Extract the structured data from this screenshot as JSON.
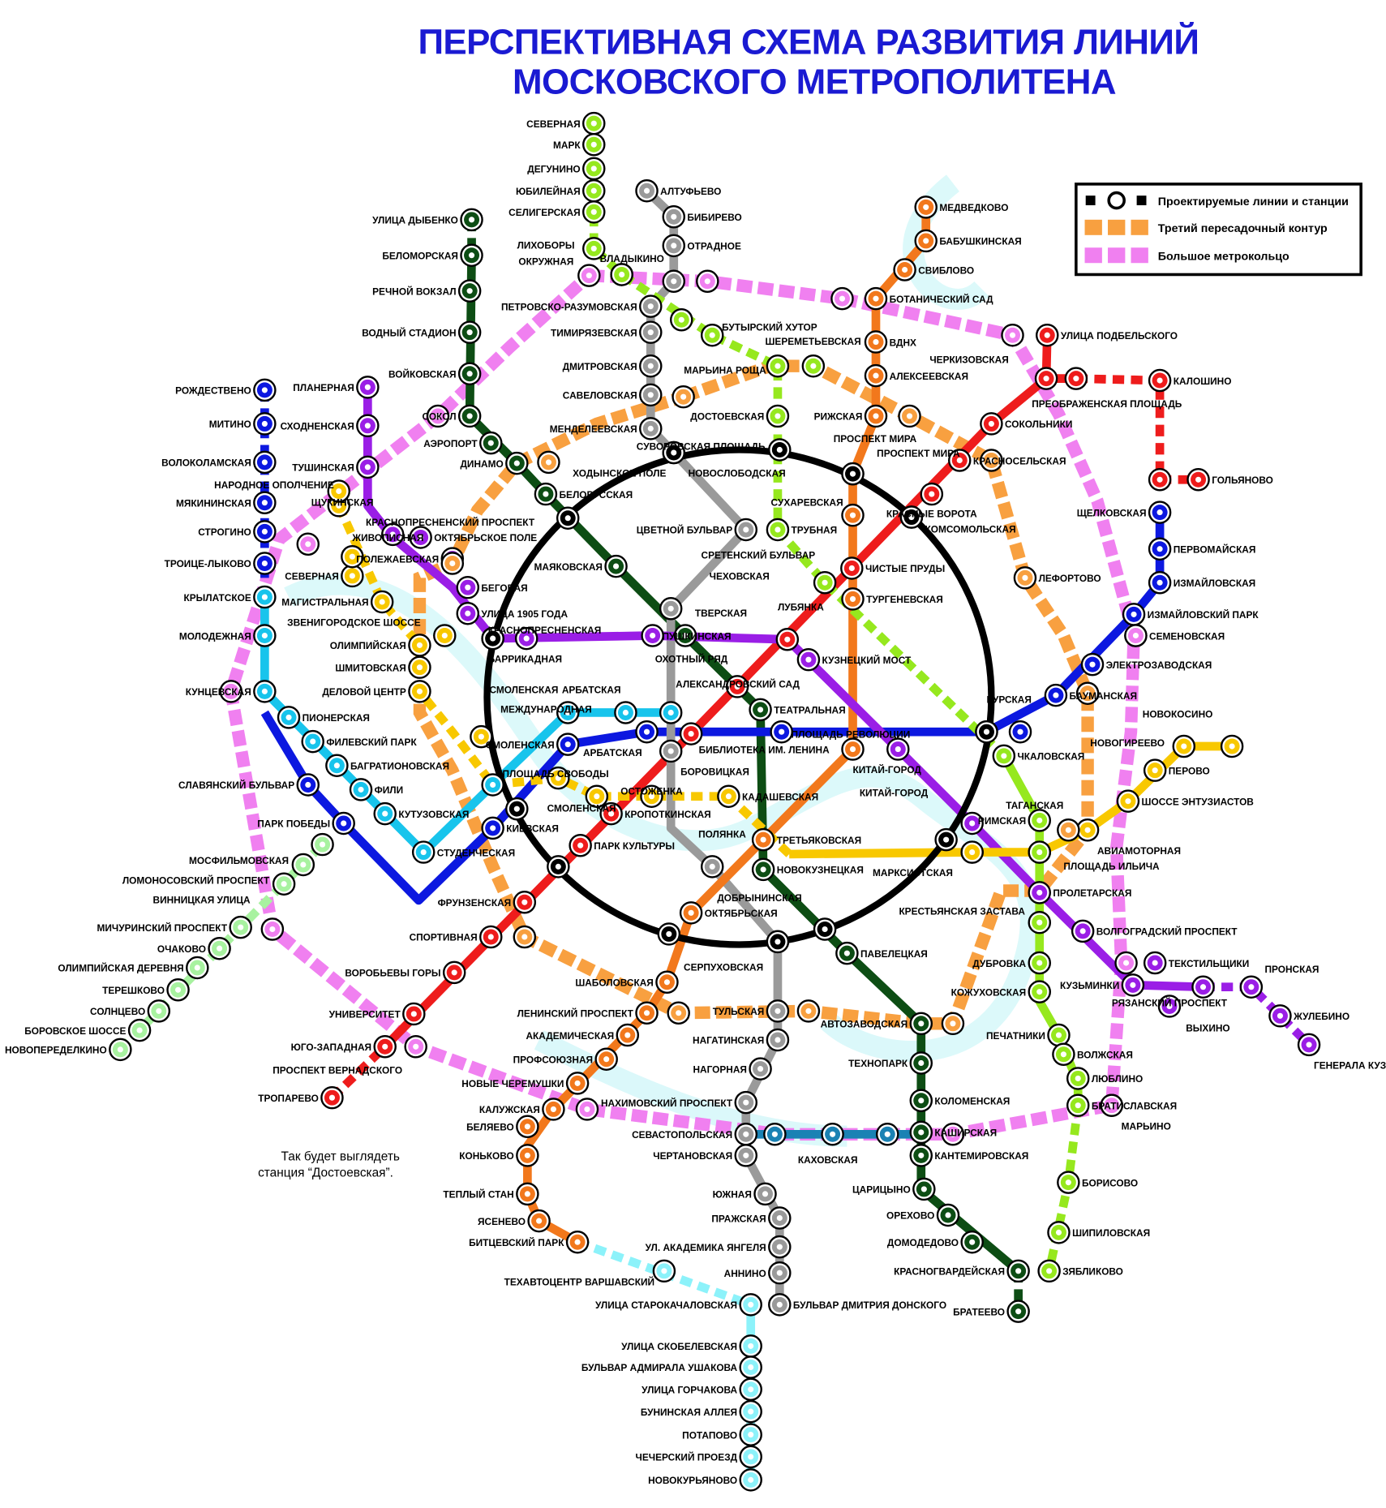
{
  "title": {
    "line1": "ПЕРСПЕКТИВНАЯ СХЕМА РАЗВИТИЯ ЛИНИЙ",
    "line2": "МОСКОВСКОГО МЕТРОПОЛИТЕНА",
    "color": "#1a1ad2"
  },
  "legend": {
    "items": [
      {
        "label": "Проектируемые линии и станции",
        "icon": "planned-line-icon",
        "color": "#000000"
      },
      {
        "label": "Третий пересадочный контур",
        "icon": "third-contour-icon",
        "color": "#f8a040"
      },
      {
        "label": "Большое метрокольцо",
        "icon": "big-ring-icon",
        "color": "#f080f0"
      }
    ]
  },
  "caption": {
    "line1": "Так будет выглядеть",
    "line2": "станция “Достоевская”."
  },
  "colors": {
    "green": "#0d4d14",
    "red": "#ee1c1c",
    "blue": "#0c18e0",
    "cyan": "#18c4ec",
    "gray": "#9a9a9a",
    "orange": "#f2781c",
    "purple": "#9a1ee6",
    "lime": "#96e81e",
    "yellow": "#f8c800",
    "black": "#000000",
    "teal": "#1a82b4",
    "lightcyan": "#8cf2fa",
    "palegreen": "#a8f2a0",
    "contour": "#f8a040",
    "bigring": "#f080f0"
  },
  "stations": [
    {
      "name": "УЛИЦА ДЫБЕНКО",
      "line": "green"
    },
    {
      "name": "БЕЛОМОРСКАЯ",
      "line": "green"
    },
    {
      "name": "РЕЧНОЙ ВОКЗАЛ",
      "line": "green"
    },
    {
      "name": "ВОДНЫЙ СТАДИОН",
      "line": "green"
    },
    {
      "name": "ВОЙКОВСКАЯ",
      "line": "green"
    },
    {
      "name": "СОКОЛ",
      "line": "green"
    },
    {
      "name": "АЭРОПОРТ",
      "line": "green"
    },
    {
      "name": "ДИНАМО",
      "line": "green"
    },
    {
      "name": "БЕЛОРУССКАЯ",
      "line": "green"
    },
    {
      "name": "МАЯКОВСКАЯ",
      "line": "green"
    },
    {
      "name": "ТВЕРСКАЯ",
      "line": "green"
    },
    {
      "name": "ТЕАТРАЛЬНАЯ",
      "line": "green"
    },
    {
      "name": "НОВОКУЗНЕЦКАЯ",
      "line": "green"
    },
    {
      "name": "ПАВЕЛЕЦКАЯ",
      "line": "green"
    },
    {
      "name": "АВТОЗАВОДСКАЯ",
      "line": "green"
    },
    {
      "name": "ТЕХНОПАРК",
      "line": "green"
    },
    {
      "name": "КОЛОМЕНСКАЯ",
      "line": "green"
    },
    {
      "name": "КАШИРСКАЯ",
      "line": "green"
    },
    {
      "name": "КАНТЕМИРОВСКАЯ",
      "line": "green"
    },
    {
      "name": "ЦАРИЦЫНО",
      "line": "green"
    },
    {
      "name": "ОРЕХОВО",
      "line": "green"
    },
    {
      "name": "ДОМОДЕДОВО",
      "line": "green"
    },
    {
      "name": "КРАСНОГВАРДЕЙСКАЯ",
      "line": "green"
    },
    {
      "name": "БРАТЕЕВО",
      "line": "green"
    },
    {
      "name": "ТРОПАРЕВО",
      "line": "red"
    },
    {
      "name": "ЮГО-ЗАПАДНАЯ",
      "line": "red"
    },
    {
      "name": "УНИВЕРСИТЕТ",
      "line": "red"
    },
    {
      "name": "ВОРОБЬЕВЫ ГОРЫ",
      "line": "red"
    },
    {
      "name": "СПОРТИВНАЯ",
      "line": "red"
    },
    {
      "name": "ФРУНЗЕНСКАЯ",
      "line": "red"
    },
    {
      "name": "ПАРК КУЛЬТУРЫ",
      "line": "red"
    },
    {
      "name": "КРОПОТКИНСКАЯ",
      "line": "red"
    },
    {
      "name": "БИБЛИОТЕКА ИМ. ЛЕНИНА",
      "line": "red"
    },
    {
      "name": "ОХОТНЫЙ РЯД",
      "line": "red"
    },
    {
      "name": "ЛУБЯНКА",
      "line": "red"
    },
    {
      "name": "ЧИСТЫЕ ПРУДЫ",
      "line": "red"
    },
    {
      "name": "КРАСНЫЕ ВОРОТА",
      "line": "red"
    },
    {
      "name": "КРАСНОСЕЛЬСКАЯ",
      "line": "red"
    },
    {
      "name": "СОКОЛЬНИКИ",
      "line": "red"
    },
    {
      "name": "ПРЕОБРАЖЕНСКАЯ ПЛОЩАДЬ",
      "line": "red"
    },
    {
      "name": "УЛИЦА ПОДБЕЛЬСКОГО",
      "line": "red"
    },
    {
      "name": "ЧЕРКИЗОВСКАЯ",
      "line": "red"
    },
    {
      "name": "КАЛОШИНО",
      "line": "red"
    },
    {
      "name": "ГОЛЬЯНОВО",
      "line": "red"
    },
    {
      "name": "РОЖДЕСТВЕНО",
      "line": "blue"
    },
    {
      "name": "МИТИНО",
      "line": "blue"
    },
    {
      "name": "ВОЛОКОЛАМСКАЯ",
      "line": "blue"
    },
    {
      "name": "МЯКИНИНСКАЯ",
      "line": "blue"
    },
    {
      "name": "СТРОГИНО",
      "line": "blue"
    },
    {
      "name": "ТРОИЦЕ-ЛЫКОВО",
      "line": "blue"
    },
    {
      "name": "СЛАВЯНСКИЙ БУЛЬВАР",
      "line": "blue"
    },
    {
      "name": "ПАРК ПОБЕДЫ",
      "line": "blue"
    },
    {
      "name": "КИЕВСКАЯ",
      "line": "blue"
    },
    {
      "name": "СМОЛЕНСКАЯ",
      "line": "blue"
    },
    {
      "name": "АРБАТСКАЯ",
      "line": "blue"
    },
    {
      "name": "ПЛОЩАДЬ РЕВОЛЮЦИИ",
      "line": "blue"
    },
    {
      "name": "КУРСКАЯ",
      "line": "blue"
    },
    {
      "name": "БАУМАНСКАЯ",
      "line": "blue"
    },
    {
      "name": "ЭЛЕКТРОЗАВОДСКАЯ",
      "line": "blue"
    },
    {
      "name": "СЕМЕНОВСКАЯ",
      "line": "blue"
    },
    {
      "name": "ИЗМАЙЛОВСКИЙ ПАРК",
      "line": "blue"
    },
    {
      "name": "ИЗМАЙЛОВСКАЯ",
      "line": "blue"
    },
    {
      "name": "ПЕРВОМАЙСКАЯ",
      "line": "blue"
    },
    {
      "name": "ЩЕЛКОВСКАЯ",
      "line": "blue"
    },
    {
      "name": "КРЫЛАТСКОЕ",
      "line": "cyan"
    },
    {
      "name": "МОЛОДЕЖНАЯ",
      "line": "cyan"
    },
    {
      "name": "КУНЦЕВСКАЯ",
      "line": "cyan"
    },
    {
      "name": "ПИОНЕРСКАЯ",
      "line": "cyan"
    },
    {
      "name": "ФИЛЕВСКИЙ ПАРК",
      "line": "cyan"
    },
    {
      "name": "БАГРАТИОНОВСКАЯ",
      "line": "cyan"
    },
    {
      "name": "ФИЛИ",
      "line": "cyan"
    },
    {
      "name": "КУТУЗОВСКАЯ",
      "line": "cyan"
    },
    {
      "name": "СТУДЕНЧЕСКАЯ",
      "line": "cyan"
    },
    {
      "name": "ПЛОЩАДЬ СВОБОДЫ",
      "line": "cyan"
    },
    {
      "name": "СМОЛЕНСКАЯ",
      "line": "cyan"
    },
    {
      "name": "АРБАТСКАЯ",
      "line": "cyan"
    },
    {
      "name": "АЛЕКСАНДРОВСКИЙ САД",
      "line": "cyan"
    },
    {
      "name": "АЛТУФЬЕВО",
      "line": "gray"
    },
    {
      "name": "БИБИРЕВО",
      "line": "gray"
    },
    {
      "name": "ОТРАДНОЕ",
      "line": "gray"
    },
    {
      "name": "ВЛАДЫКИНО",
      "line": "gray"
    },
    {
      "name": "ПЕТРОВСКО-РАЗУМОВСКАЯ",
      "line": "gray"
    },
    {
      "name": "ТИМИРЯЗЕВСКАЯ",
      "line": "gray"
    },
    {
      "name": "ДМИТРОВСКАЯ",
      "line": "gray"
    },
    {
      "name": "САВЕЛОВСКАЯ",
      "line": "gray"
    },
    {
      "name": "МЕНДЕЛЕЕВСКАЯ",
      "line": "gray"
    },
    {
      "name": "НОВОСЛОБОДСКАЯ",
      "line": "gray"
    },
    {
      "name": "ЦВЕТНОЙ БУЛЬВАР",
      "line": "gray"
    },
    {
      "name": "ЧЕХОВСКАЯ",
      "line": "gray"
    },
    {
      "name": "БОРОВИЦКАЯ",
      "line": "gray"
    },
    {
      "name": "ПОЛЯНКА",
      "line": "gray"
    },
    {
      "name": "СЕРПУХОВСКАЯ",
      "line": "gray"
    },
    {
      "name": "ТУЛЬСКАЯ",
      "line": "gray"
    },
    {
      "name": "НАГАТИНСКАЯ",
      "line": "gray"
    },
    {
      "name": "НАГОРНАЯ",
      "line": "gray"
    },
    {
      "name": "НАХИМОВСКИЙ ПРОСПЕКТ",
      "line": "gray"
    },
    {
      "name": "СЕВАСТОПОЛЬСКАЯ",
      "line": "gray"
    },
    {
      "name": "ЧЕРТАНОВСКАЯ",
      "line": "gray"
    },
    {
      "name": "ЮЖНАЯ",
      "line": "gray"
    },
    {
      "name": "ПРАЖСКАЯ",
      "line": "gray"
    },
    {
      "name": "УЛ. АКАДЕМИКА ЯНГЕЛЯ",
      "line": "gray"
    },
    {
      "name": "АННИНО",
      "line": "gray"
    },
    {
      "name": "БУЛЬВАР ДМИТРИЯ ДОНСКОГО",
      "line": "gray"
    },
    {
      "name": "МЕДВЕДКОВО",
      "line": "orange"
    },
    {
      "name": "БАБУШКИНСКАЯ",
      "line": "orange"
    },
    {
      "name": "СВИБЛОВО",
      "line": "orange"
    },
    {
      "name": "БОТАНИЧЕСКИЙ САД",
      "line": "orange"
    },
    {
      "name": "ВДНХ",
      "line": "orange"
    },
    {
      "name": "АЛЕКСЕЕВСКАЯ",
      "line": "orange"
    },
    {
      "name": "РИЖСКАЯ",
      "line": "orange"
    },
    {
      "name": "ПРОСПЕКТ МИРА",
      "line": "orange"
    },
    {
      "name": "СУХАРЕВСКАЯ",
      "line": "orange"
    },
    {
      "name": "ТУРГЕНЕВСКАЯ",
      "line": "orange"
    },
    {
      "name": "КИТАЙ-ГОРОД",
      "line": "orange"
    },
    {
      "name": "ТРЕТЬЯКОВСКАЯ",
      "line": "orange"
    },
    {
      "name": "ОКТЯБРЬСКАЯ",
      "line": "orange"
    },
    {
      "name": "ШАБОЛОВСКАЯ",
      "line": "orange"
    },
    {
      "name": "ЛЕНИНСКИЙ ПРОСПЕКТ",
      "line": "orange"
    },
    {
      "name": "АКАДЕМИЧЕСКАЯ",
      "line": "orange"
    },
    {
      "name": "ПРОФСОЮЗНАЯ",
      "line": "orange"
    },
    {
      "name": "НОВЫЕ ЧЕРЕМУШКИ",
      "line": "orange"
    },
    {
      "name": "КАЛУЖСКАЯ",
      "line": "orange"
    },
    {
      "name": "БЕЛЯЕВО",
      "line": "orange"
    },
    {
      "name": "КОНЬКОВО",
      "line": "orange"
    },
    {
      "name": "ТЕПЛЫЙ СТАН",
      "line": "orange"
    },
    {
      "name": "ЯСЕНЕВО",
      "line": "orange"
    },
    {
      "name": "БИТЦЕВСКИЙ ПАРК",
      "line": "orange"
    },
    {
      "name": "ПЛАНЕРНАЯ",
      "line": "purple"
    },
    {
      "name": "СХОДНЕНСКАЯ",
      "line": "purple"
    },
    {
      "name": "ТУШИНСКАЯ",
      "line": "purple"
    },
    {
      "name": "ЩУКИНСКАЯ",
      "line": "purple"
    },
    {
      "name": "ОКТЯБРЬСКОЕ ПОЛЕ",
      "line": "purple"
    },
    {
      "name": "ПОЛЕЖАЕВСКАЯ",
      "line": "purple"
    },
    {
      "name": "БЕГОВАЯ",
      "line": "purple"
    },
    {
      "name": "УЛИЦА 1905 ГОДА",
      "line": "purple"
    },
    {
      "name": "КРАСНОПРЕСНЕНСКАЯ",
      "line": "purple"
    },
    {
      "name": "БАРРИКАДНАЯ",
      "line": "purple"
    },
    {
      "name": "ПУШКИНСКАЯ",
      "line": "purple"
    },
    {
      "name": "КУЗНЕЦКИЙ МОСТ",
      "line": "purple"
    },
    {
      "name": "КИТАЙ-ГОРОД",
      "line": "purple"
    },
    {
      "name": "ТАГАНСКАЯ",
      "line": "purple"
    },
    {
      "name": "ПРОЛЕТАРСКАЯ",
      "line": "purple"
    },
    {
      "name": "ВОЛГОГРАДСКИЙ ПРОСПЕКТ",
      "line": "purple"
    },
    {
      "name": "ТЕКСТИЛЬЩИКИ",
      "line": "purple"
    },
    {
      "name": "КУЗЬМИНКИ",
      "line": "purple"
    },
    {
      "name": "РЯЗАНСКИЙ ПРОСПЕКТ",
      "line": "purple"
    },
    {
      "name": "ВЫХИНО",
      "line": "purple"
    },
    {
      "name": "ПРОНСКАЯ",
      "line": "purple"
    },
    {
      "name": "ЖУЛЕБИНО",
      "line": "purple"
    },
    {
      "name": "ГЕНЕРАЛА КУЗНЕЦОВА",
      "line": "purple"
    },
    {
      "name": "СЕВЕРНАЯ",
      "line": "lime"
    },
    {
      "name": "МАРК",
      "line": "lime"
    },
    {
      "name": "ДЕГУНИНО",
      "line": "lime"
    },
    {
      "name": "ЮБИЛЕЙНАЯ",
      "line": "lime"
    },
    {
      "name": "СЕЛИГЕРСКАЯ",
      "line": "lime"
    },
    {
      "name": "ЛИХОБОРЫ",
      "line": "lime"
    },
    {
      "name": "ОКРУЖНАЯ",
      "line": "lime"
    },
    {
      "name": "БУТЫРСКИЙ ХУТОР",
      "line": "lime"
    },
    {
      "name": "ШЕРЕМЕТЬЕВСКАЯ",
      "line": "lime"
    },
    {
      "name": "МАРЬИНА РОЩА",
      "line": "lime"
    },
    {
      "name": "ДОСТОЕВСКАЯ",
      "line": "lime"
    },
    {
      "name": "ТРУБНАЯ",
      "line": "lime"
    },
    {
      "name": "СРЕТЕНСКИЙ БУЛЬВАР",
      "line": "lime"
    },
    {
      "name": "ЧКАЛОВСКАЯ",
      "line": "lime"
    },
    {
      "name": "РИМСКАЯ",
      "line": "lime"
    },
    {
      "name": "КРЕСТЬЯНСКАЯ ЗАСТАВА",
      "line": "lime"
    },
    {
      "name": "ДУБРОВКА",
      "line": "lime"
    },
    {
      "name": "КОЖУХОВСКАЯ",
      "line": "lime"
    },
    {
      "name": "ПЕЧАТНИКИ",
      "line": "lime"
    },
    {
      "name": "ВОЛЖСКАЯ",
      "line": "lime"
    },
    {
      "name": "ЛЮБЛИНО",
      "line": "lime"
    },
    {
      "name": "БРАТИСЛАВСКАЯ",
      "line": "lime"
    },
    {
      "name": "МАРЬИНО",
      "line": "lime"
    },
    {
      "name": "БОРИСОВО",
      "line": "lime"
    },
    {
      "name": "ШИПИЛОВСКАЯ",
      "line": "lime"
    },
    {
      "name": "ЗЯБЛИКОВО",
      "line": "lime"
    },
    {
      "name": "НОВОКОСИНО",
      "line": "yellow"
    },
    {
      "name": "НОВОГИРЕЕВО",
      "line": "yellow"
    },
    {
      "name": "ПЕРОВО",
      "line": "yellow"
    },
    {
      "name": "ШОССЕ ЭНТУЗИАСТОВ",
      "line": "yellow"
    },
    {
      "name": "АВИАМОТОРНАЯ",
      "line": "yellow"
    },
    {
      "name": "ПЛОЩАДЬ ИЛЬИЧА",
      "line": "yellow"
    },
    {
      "name": "МАРКСИСТСКАЯ",
      "line": "yellow"
    },
    {
      "name": "КАДАШЕВСКАЯ",
      "line": "yellow"
    },
    {
      "name": "ОСТОЖЕНКА",
      "line": "yellow"
    },
    {
      "name": "СМОЛЕНСКАЯ",
      "line": "yellow"
    },
    {
      "name": "МЕЖДУНАРОДНАЯ",
      "line": "yellow"
    },
    {
      "name": "ДЕЛОВОЙ ЦЕНТР",
      "line": "yellow"
    },
    {
      "name": "ШМИТОВСКАЯ",
      "line": "yellow"
    },
    {
      "name": "ОЛИМПИЙСКАЯ",
      "line": "yellow"
    },
    {
      "name": "ЗВЕНИГОРОДСКОЕ ШОССЕ",
      "line": "yellow"
    },
    {
      "name": "МАГИСТРАЛЬНАЯ",
      "line": "yellow"
    },
    {
      "name": "СЕВЕРНАЯ",
      "line": "yellow"
    },
    {
      "name": "КРАСНОПРЕСНЕНСКИЙ ПРОСПЕКТ",
      "line": "yellow"
    },
    {
      "name": "НАРОДНОЕ ОПОЛЧЕНИЕ",
      "line": "yellow"
    },
    {
      "name": "ЖИВОПИСНАЯ",
      "line": "yellow"
    },
    {
      "name": "СУВОРОВСКАЯ ПЛОЩАДЬ",
      "line": "black"
    },
    {
      "name": "ХОДЫНСКОЕ ПОЛЕ",
      "line": "black"
    },
    {
      "name": "КОМСОМОЛЬСКАЯ",
      "line": "black"
    },
    {
      "name": "ДОБРЫНИНСКАЯ",
      "line": "black"
    },
    {
      "name": "ПРОСПЕКТ МИРА",
      "line": "black"
    },
    {
      "name": "КАХОВСКАЯ",
      "line": "teal"
    },
    {
      "name": "ЛЕФОРТОВО",
      "line": "contour"
    },
    {
      "name": "МОСФИЛЬМОВСКАЯ",
      "line": "palegreen"
    },
    {
      "name": "ЛОМОНОСОВСКИЙ ПРОСПЕКТ",
      "line": "palegreen"
    },
    {
      "name": "ВИННИЦКАЯ УЛИЦА",
      "line": "palegreen"
    },
    {
      "name": "МИЧУРИНСКИЙ ПРОСПЕКТ",
      "line": "palegreen"
    },
    {
      "name": "ОЧАКОВО",
      "line": "palegreen"
    },
    {
      "name": "ОЛИМПИЙСКАЯ ДЕРЕВНЯ",
      "line": "palegreen"
    },
    {
      "name": "ТЕРЕШКОВО",
      "line": "palegreen"
    },
    {
      "name": "СОЛНЦЕВО",
      "line": "palegreen"
    },
    {
      "name": "БОРОВСКОЕ ШОССЕ",
      "line": "palegreen"
    },
    {
      "name": "НОВОПЕРЕДЕЛКИНО",
      "line": "palegreen"
    },
    {
      "name": "ТЕХАВТОЦЕНТР ВАРШАВСКИЙ",
      "line": "lightcyan"
    },
    {
      "name": "УЛИЦА СТАРОКАЧАЛОВСКАЯ",
      "line": "lightcyan"
    },
    {
      "name": "УЛИЦА СКОБЕЛЕВСКАЯ",
      "line": "lightcyan"
    },
    {
      "name": "БУЛЬВАР АДМИРАЛА УШАКОВА",
      "line": "lightcyan"
    },
    {
      "name": "УЛИЦА ГОРЧАКОВА",
      "line": "lightcyan"
    },
    {
      "name": "БУНИНСКАЯ АЛЛЕЯ",
      "line": "lightcyan"
    },
    {
      "name": "ПОТАПОВО",
      "line": "lightcyan"
    },
    {
      "name": "ЧЕЧЕРСКИЙ ПРОЕЗД",
      "line": "lightcyan"
    },
    {
      "name": "НОВОКУРЬЯНОВО",
      "line": "lightcyan"
    },
    {
      "name": "ПРОСПЕКТ ВЕРНАДСКОГО",
      "line": "bigring"
    }
  ]
}
